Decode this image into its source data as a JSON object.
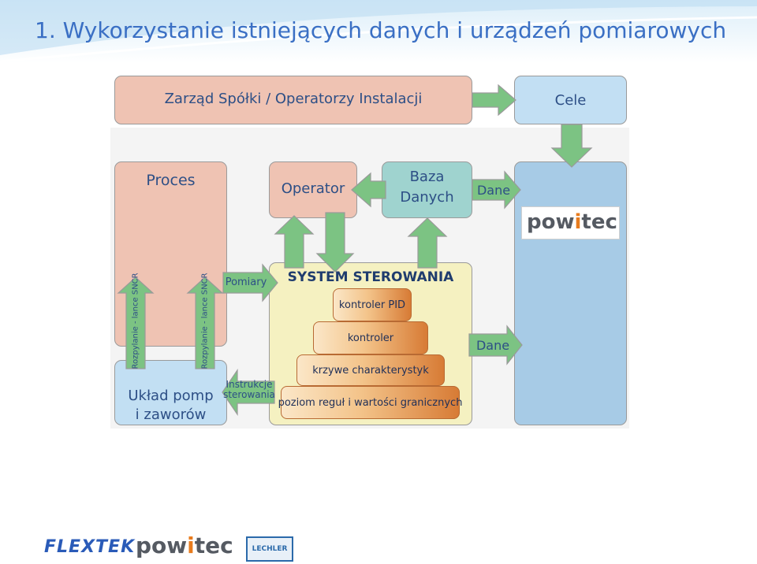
{
  "title": "1. Wykorzystanie istniejących danych i urządzeń pomiarowych",
  "boxes": {
    "management": "Zarząd Spółki / Operatorzy Instalacji",
    "goals": "Cele",
    "process": "Proces",
    "operator": "Operator",
    "database_line1": "Baza",
    "database_line2": "Danych",
    "pumps_line1": "Układ pomp",
    "pumps_line2": "i zaworów",
    "control_system": "SYSTEM STEROWANIA"
  },
  "arrows": {
    "data_top": "Dane",
    "data_bottom": "Dane",
    "measurements": "Pomiary",
    "instructions_line1": "Instrukcje",
    "instructions_line2": "sterowania",
    "sncr_left": "Rozpylanie - lance SNCR",
    "sncr_right": "Rozpylanie - lance SNCR"
  },
  "pyramid": [
    "kontroler PID",
    "kontroler",
    "krzywe charakterystyk",
    "poziom reguł i wartości granicznych"
  ],
  "logos": {
    "powitec_main": {
      "pre": "pow",
      "dot": "i",
      "post": "tec"
    },
    "footer_flextek": "FLEXTEK",
    "footer_powitec": {
      "pre": "pow",
      "dot": "i",
      "post": "tec"
    },
    "footer_lechler": "LECHLER"
  },
  "colors": {
    "title": "#3a6fc4",
    "pink_box": "#efc3b3",
    "light_blue_box": "#c2dff3",
    "teal_box": "#9fd3cf",
    "blue_box": "#a7cbe6",
    "yellow_box": "#f5f1c1",
    "arrow_green": "#7cc383",
    "text": "#2d4f86"
  }
}
